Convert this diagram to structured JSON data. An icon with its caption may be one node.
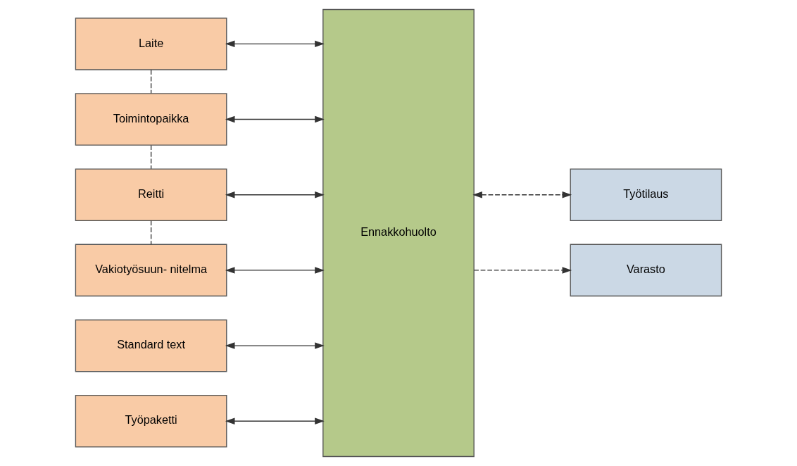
{
  "diagram": {
    "nodes": [
      {
        "text": [
          "Laite"
        ]
      },
      {
        "text": [
          "Toimintopaikka"
        ]
      },
      {
        "text": [
          "Reitti"
        ]
      },
      {
        "text": [
          "Vakiotyösuun- nitelma"
        ]
      },
      {
        "text": [
          "Standard text"
        ]
      },
      {
        "text": [
          "Työpaketti"
        ]
      },
      {
        "text": [
          "Ennakkohuolto"
        ]
      },
      {
        "text": [
          "Työtilaus"
        ]
      },
      {
        "text": [
          "Varasto"
        ]
      }
    ],
    "edges": [
      {
        "from": 6,
        "to": 0,
        "arrow": "both"
      },
      {
        "from": 6,
        "to": 1,
        "arrow": "both"
      },
      {
        "from": 6,
        "to": 2,
        "arrow": "both"
      },
      {
        "from": 6,
        "to": 3,
        "arrow": "both"
      },
      {
        "from": 6,
        "to": 4,
        "arrow": "both"
      },
      {
        "from": 6,
        "to": 5,
        "arrow": "both"
      },
      {
        "from": 0,
        "to": 1,
        "arrow": "none",
        "style": "dashed"
      },
      {
        "from": 1,
        "to": 2,
        "arrow": "none",
        "style": "dashed"
      },
      {
        "from": 2,
        "to": 3,
        "arrow": "none",
        "style": "dashed"
      },
      {
        "from": 6,
        "to": 7,
        "arrow": "both",
        "style": "dashed"
      },
      {
        "from": 6,
        "to": 8,
        "arrow": "to",
        "style": "dashed"
      }
    ]
  }
}
